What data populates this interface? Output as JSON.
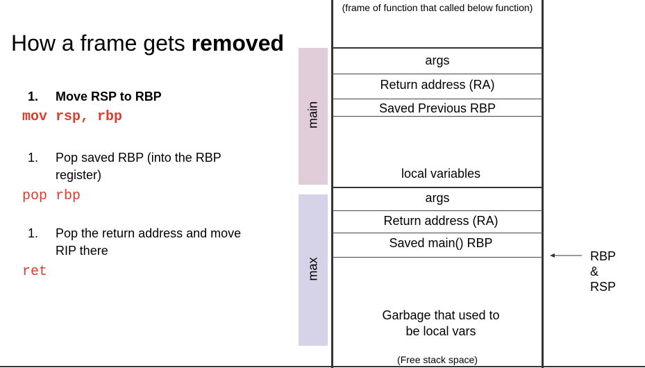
{
  "title": {
    "prefix": "How a frame gets ",
    "bold": "removed"
  },
  "steps": [
    {
      "number": "1.",
      "text": "Move RSP to RBP",
      "code": "mov rsp, rbp"
    },
    {
      "number": "1.",
      "text": "Pop saved RBP (into the RBP register)",
      "code": "pop rbp"
    },
    {
      "number": "1.",
      "text": "Pop the return address and move RIP there",
      "code": "ret"
    }
  ],
  "frames": {
    "main_label": "main",
    "max_label": "max",
    "main_color": "#e1cdd9",
    "max_color": "#d6d3e8"
  },
  "stack": {
    "top_note": "(frame of function that called below function)",
    "main_args": "args",
    "main_ra": "Return address (RA)",
    "main_saved": "Saved Previous RBP",
    "main_locals": "local variables",
    "max_args": "args",
    "max_ra": "Return address (RA)",
    "max_saved": "Saved main() RBP",
    "garbage": "Garbage that used to be local vars",
    "free": "(Free stack space)"
  },
  "pointer": {
    "line1": "RBP",
    "line2": "&",
    "line3": "RSP"
  },
  "colors": {
    "code": "#e03c2c"
  }
}
